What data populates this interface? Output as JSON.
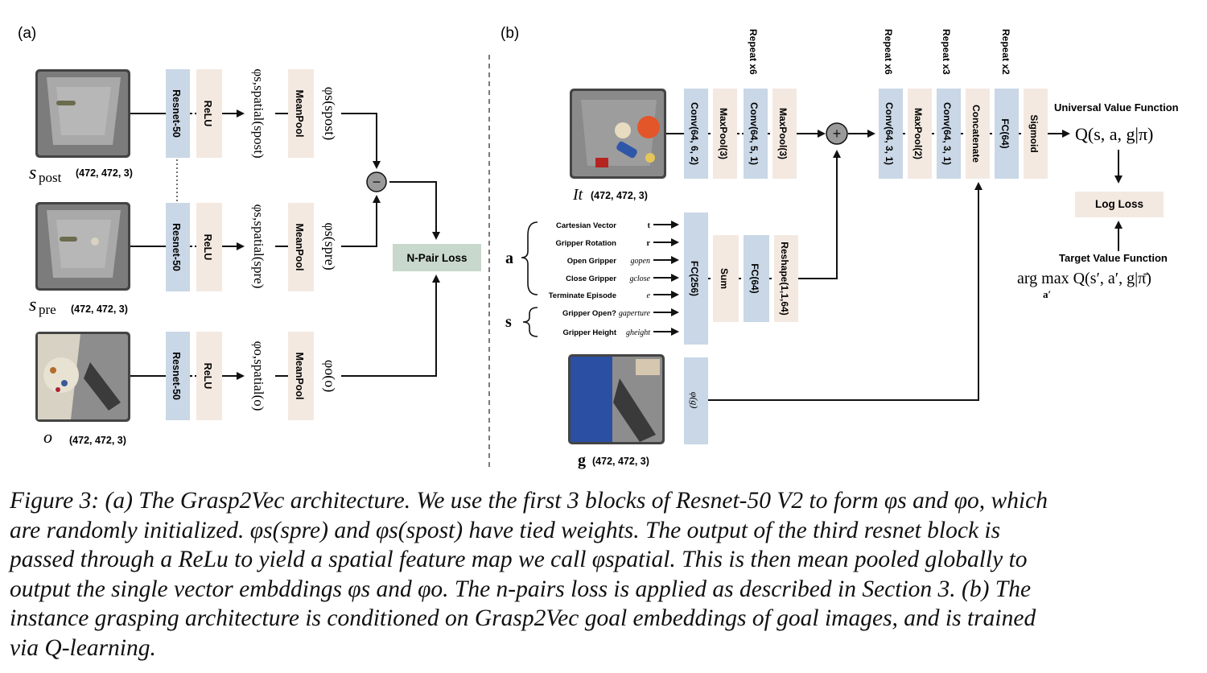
{
  "figure": {
    "panel_a_label": "(a)",
    "panel_b_label": "(b)",
    "panel_a": {
      "images": [
        {
          "symbol": "s",
          "sub": "post",
          "dims": "(472, 472, 3)"
        },
        {
          "symbol": "s",
          "sub": "pre",
          "dims": "(472, 472, 3)"
        },
        {
          "symbol": "o",
          "sub": "",
          "dims": "(472, 472, 3)"
        }
      ],
      "block_resnet": "Resnet-50",
      "block_relu": "ReLU",
      "block_meanpool": "MeanPool",
      "spatial_labels": [
        "φs,spatial(spost)",
        "φs,spatial(spre)",
        "φo,spatial(o)"
      ],
      "pooled_labels": [
        "φs(spost)",
        "φs(spre)",
        "φo(o)"
      ],
      "minus_symbol": "−",
      "loss": "N-Pair Loss"
    },
    "panel_b": {
      "image_it": {
        "label": "It",
        "dims": "(472, 472, 3)"
      },
      "image_g": {
        "label": "g",
        "dims": "(472, 472, 3)"
      },
      "conv_blocks": [
        "Conv(64, 6, 2)",
        "MaxPool(3)",
        "Conv(64, 5, 1)",
        "MaxPool(3)"
      ],
      "repeat_labels": [
        "Repeat x6",
        "Repeat x6",
        "Repeat x3",
        "Repeat x2"
      ],
      "plus_symbol": "+",
      "post_blocks": [
        "Conv(64, 3, 1)",
        "MaxPool(2)",
        "Conv(64, 3, 1)",
        "Concatenate",
        "FC(64)",
        "Sigmoid"
      ],
      "action_group": "a",
      "state_group": "s",
      "inputs": [
        {
          "label": "Cartesian Vector",
          "var": "t"
        },
        {
          "label": "Gripper Rotation",
          "var": "r"
        },
        {
          "label": "Open Gripper",
          "var": "gopen"
        },
        {
          "label": "Close Gripper",
          "var": "gclose"
        },
        {
          "label": "Terminate Episode",
          "var": "e"
        },
        {
          "label": "Gripper Open?",
          "var": "gaperture"
        },
        {
          "label": "Gripper Height",
          "var": "gheight"
        }
      ],
      "fc_blocks": [
        "FC(256)",
        "Sum",
        "FC(64)",
        "Reshape(1,1,64)"
      ],
      "phi_g": "φ(g)",
      "universal_value_title": "Universal Value Function",
      "q_expression": "Q(s, a, g|π)",
      "log_loss": "Log Loss",
      "target_title": "Target Value Function",
      "target_expression": "arg max Q(s′, a′, g|π̄)",
      "target_sub": "a′"
    }
  },
  "caption": {
    "line1": "Figure 3: (a) The Grasp2Vec architecture. We use the first 3 blocks of Resnet-50 V2 to form φs and φo, which",
    "line2": "are randomly initialized. φs(spre) and φs(spost) have tied weights. The output of the third resnet block is",
    "line3": "passed through a ReLu to yield a spatial feature map we call φspatial. This is then mean pooled globally to",
    "line4": "output the single vector embddings φs and φo. The n-pairs loss is applied as described in Section 3. (b) The",
    "line5": "instance grasping architecture is conditioned on Grasp2Vec goal embeddings of goal images, and is trained",
    "line6": "via Q-learning.",
    "section_ref": "3"
  },
  "colors": {
    "blue_block": "#c9d7e6",
    "beige_block": "#f3e9e1",
    "loss_box": "#c9d8cd",
    "log_loss_box": "#f3e9e1"
  }
}
